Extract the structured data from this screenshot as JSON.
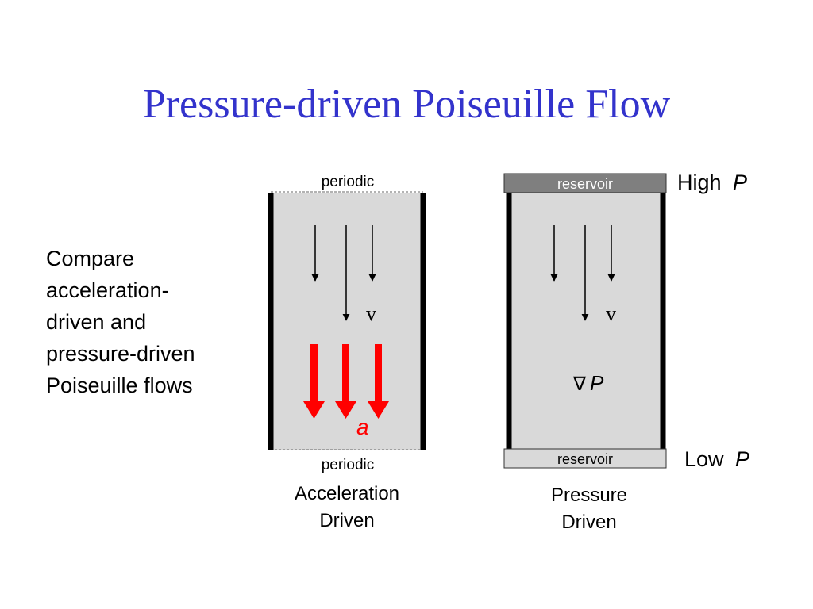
{
  "slide": {
    "title": "Pressure-driven Poiseuille Flow",
    "title_color": "#3333cc",
    "side_text_lines": [
      "Compare",
      "acceleration-",
      "driven and",
      "pressure-driven",
      "Poiseuille flows"
    ]
  },
  "left_panel": {
    "top_boundary_label": "periodic",
    "bottom_boundary_label": "periodic",
    "velocity_symbol": "v",
    "acceleration_symbol": "a",
    "acceleration_color": "#ff0000",
    "caption_line1": "Acceleration",
    "caption_line2": "Driven"
  },
  "right_panel": {
    "top_reservoir_label": "reservoir",
    "bottom_reservoir_label": "reservoir",
    "velocity_symbol": "v",
    "gradient_nabla": "∇",
    "gradient_symbol": "P",
    "high_label": "High",
    "low_label": "Low",
    "pressure_symbol": "P",
    "caption_line1": "Pressure",
    "caption_line2": "Driven"
  },
  "colors": {
    "channel_fill": "#d9d9d9",
    "wall": "#000000",
    "top_reservoir_fill": "#7f7f7f",
    "bottom_reservoir_fill": "#d9d9d9"
  }
}
